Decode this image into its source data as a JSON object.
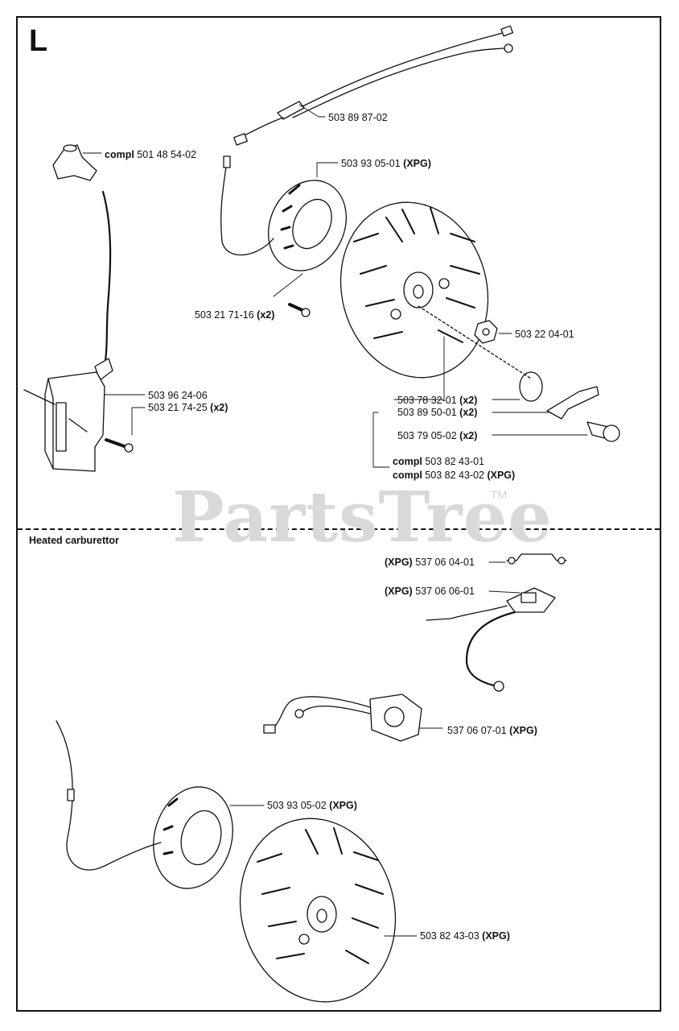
{
  "section": {
    "letter": "L",
    "subsection_title": "Heated carburettor"
  },
  "watermark": {
    "text": "PartsTree",
    "tm": "TM"
  },
  "parts": [
    {
      "prefix": "",
      "number": "503 89 87-02",
      "suffix": ""
    },
    {
      "prefix": "compl",
      "number": "501 48 54-02",
      "suffix": ""
    },
    {
      "prefix": "",
      "number": "503 93 05-01",
      "suffix": "(XPG)"
    },
    {
      "prefix": "",
      "number": "503 21 71-16",
      "suffix": "(x2)"
    },
    {
      "prefix": "",
      "number": "503 22 04-01",
      "suffix": ""
    },
    {
      "prefix": "",
      "number": "503 96 24-06",
      "suffix": ""
    },
    {
      "prefix": "",
      "number": "503 21 74-25",
      "suffix": "(x2)"
    },
    {
      "prefix": "",
      "number": "503 78 32-01",
      "suffix": "(x2)"
    },
    {
      "prefix": "",
      "number": "503 89 50-01",
      "suffix": "(x2)"
    },
    {
      "prefix": "",
      "number": "503 79 05-02",
      "suffix": "(x2)"
    },
    {
      "prefix": "compl",
      "number": "503 82 43-01",
      "suffix": ""
    },
    {
      "prefix": "compl",
      "number": "503 82 43-02",
      "suffix": "(XPG)"
    },
    {
      "prefix": "(XPG)",
      "number": "537 06 04-01",
      "suffix": ""
    },
    {
      "prefix": "(XPG)",
      "number": "537 06 06-01",
      "suffix": ""
    },
    {
      "prefix": "",
      "number": "537 06 07-01",
      "suffix": "(XPG)"
    },
    {
      "prefix": "",
      "number": "503 93 05-02",
      "suffix": "(XPG)"
    },
    {
      "prefix": "",
      "number": "503 82 43-03",
      "suffix": "(XPG)"
    }
  ]
}
